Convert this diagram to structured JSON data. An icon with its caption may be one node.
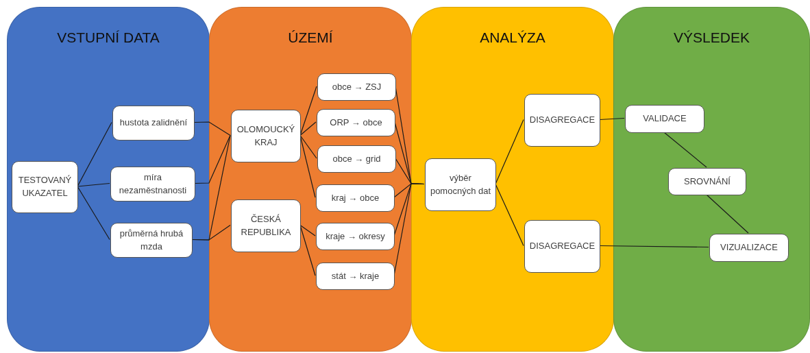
{
  "diagram": {
    "nodes": [
      {
        "text": [
          "VSTUPNÍ DATA"
        ]
      },
      {
        "text": [
          "TESTOVANÝ UKAZATEL"
        ],
        "in": 0
      },
      {
        "text": [
          "hustota zalidnění"
        ],
        "in": 0
      },
      {
        "text": [
          "míra nezaměstnanosti"
        ],
        "in": 0
      },
      {
        "text": [
          "průměrná hrubá mzda"
        ],
        "in": 0
      },
      {
        "text": [
          "ÚZEMÍ"
        ]
      },
      {
        "text": [
          "OLOMOUCKÝ KRAJ"
        ],
        "in": 5
      },
      {
        "text": [
          "ČESKÁ REPUBLIKA"
        ],
        "in": 5
      },
      {
        "text": [
          "obce → ZSJ"
        ],
        "in": 5
      },
      {
        "text": [
          "ORP → obce"
        ],
        "in": 5
      },
      {
        "text": [
          "obce → grid"
        ],
        "in": 5
      },
      {
        "text": [
          "kraj → obce"
        ],
        "in": 5
      },
      {
        "text": [
          "kraje → okresy"
        ],
        "in": 5
      },
      {
        "text": [
          "stát → kraje"
        ],
        "in": 5
      },
      {
        "text": [
          "ANALÝZA"
        ]
      },
      {
        "text": [
          "výběr pomocných dat"
        ],
        "in": 14
      },
      {
        "text": [
          "DISAGREGACE"
        ],
        "in": 14
      },
      {
        "text": [
          "DISAGREGACE"
        ],
        "in": 14
      },
      {
        "text": [
          "VÝSLEDEK"
        ]
      },
      {
        "text": [
          "VALIDACE"
        ],
        "in": 18
      },
      {
        "text": [
          "SROVNÁNÍ"
        ],
        "in": 18
      },
      {
        "text": [
          "VIZUALIZACE"
        ],
        "in": 18
      }
    ],
    "edges": [
      {
        "from": 1,
        "to": 2,
        "arrow": "none"
      },
      {
        "from": 1,
        "to": 3,
        "arrow": "none"
      },
      {
        "from": 1,
        "to": 4,
        "arrow": "none"
      },
      {
        "from": 2,
        "to": 6,
        "arrow": "none"
      },
      {
        "from": 3,
        "to": 6,
        "arrow": "none"
      },
      {
        "from": 4,
        "to": 6,
        "arrow": "none"
      },
      {
        "from": 4,
        "to": 7,
        "arrow": "none"
      },
      {
        "from": 6,
        "to": 8,
        "arrow": "none"
      },
      {
        "from": 6,
        "to": 9,
        "arrow": "none"
      },
      {
        "from": 6,
        "to": 10,
        "arrow": "none"
      },
      {
        "from": 6,
        "to": 11,
        "arrow": "none"
      },
      {
        "from": 7,
        "to": 12,
        "arrow": "none"
      },
      {
        "from": 7,
        "to": 13,
        "arrow": "none"
      },
      {
        "from": 8,
        "to": 15,
        "arrow": "none"
      },
      {
        "from": 9,
        "to": 15,
        "arrow": "none"
      },
      {
        "from": 10,
        "to": 15,
        "arrow": "none"
      },
      {
        "from": 11,
        "to": 15,
        "arrow": "none"
      },
      {
        "from": 12,
        "to": 15,
        "arrow": "none"
      },
      {
        "from": 13,
        "to": 15,
        "arrow": "none"
      },
      {
        "from": 15,
        "to": 16,
        "arrow": "none"
      },
      {
        "from": 15,
        "to": 17,
        "arrow": "none"
      },
      {
        "from": 16,
        "to": 19,
        "arrow": "none"
      },
      {
        "from": 17,
        "to": 21,
        "arrow": "none"
      },
      {
        "from": 19,
        "to": 20,
        "arrow": "none"
      },
      {
        "from": 20,
        "to": 21,
        "arrow": "none"
      }
    ]
  }
}
